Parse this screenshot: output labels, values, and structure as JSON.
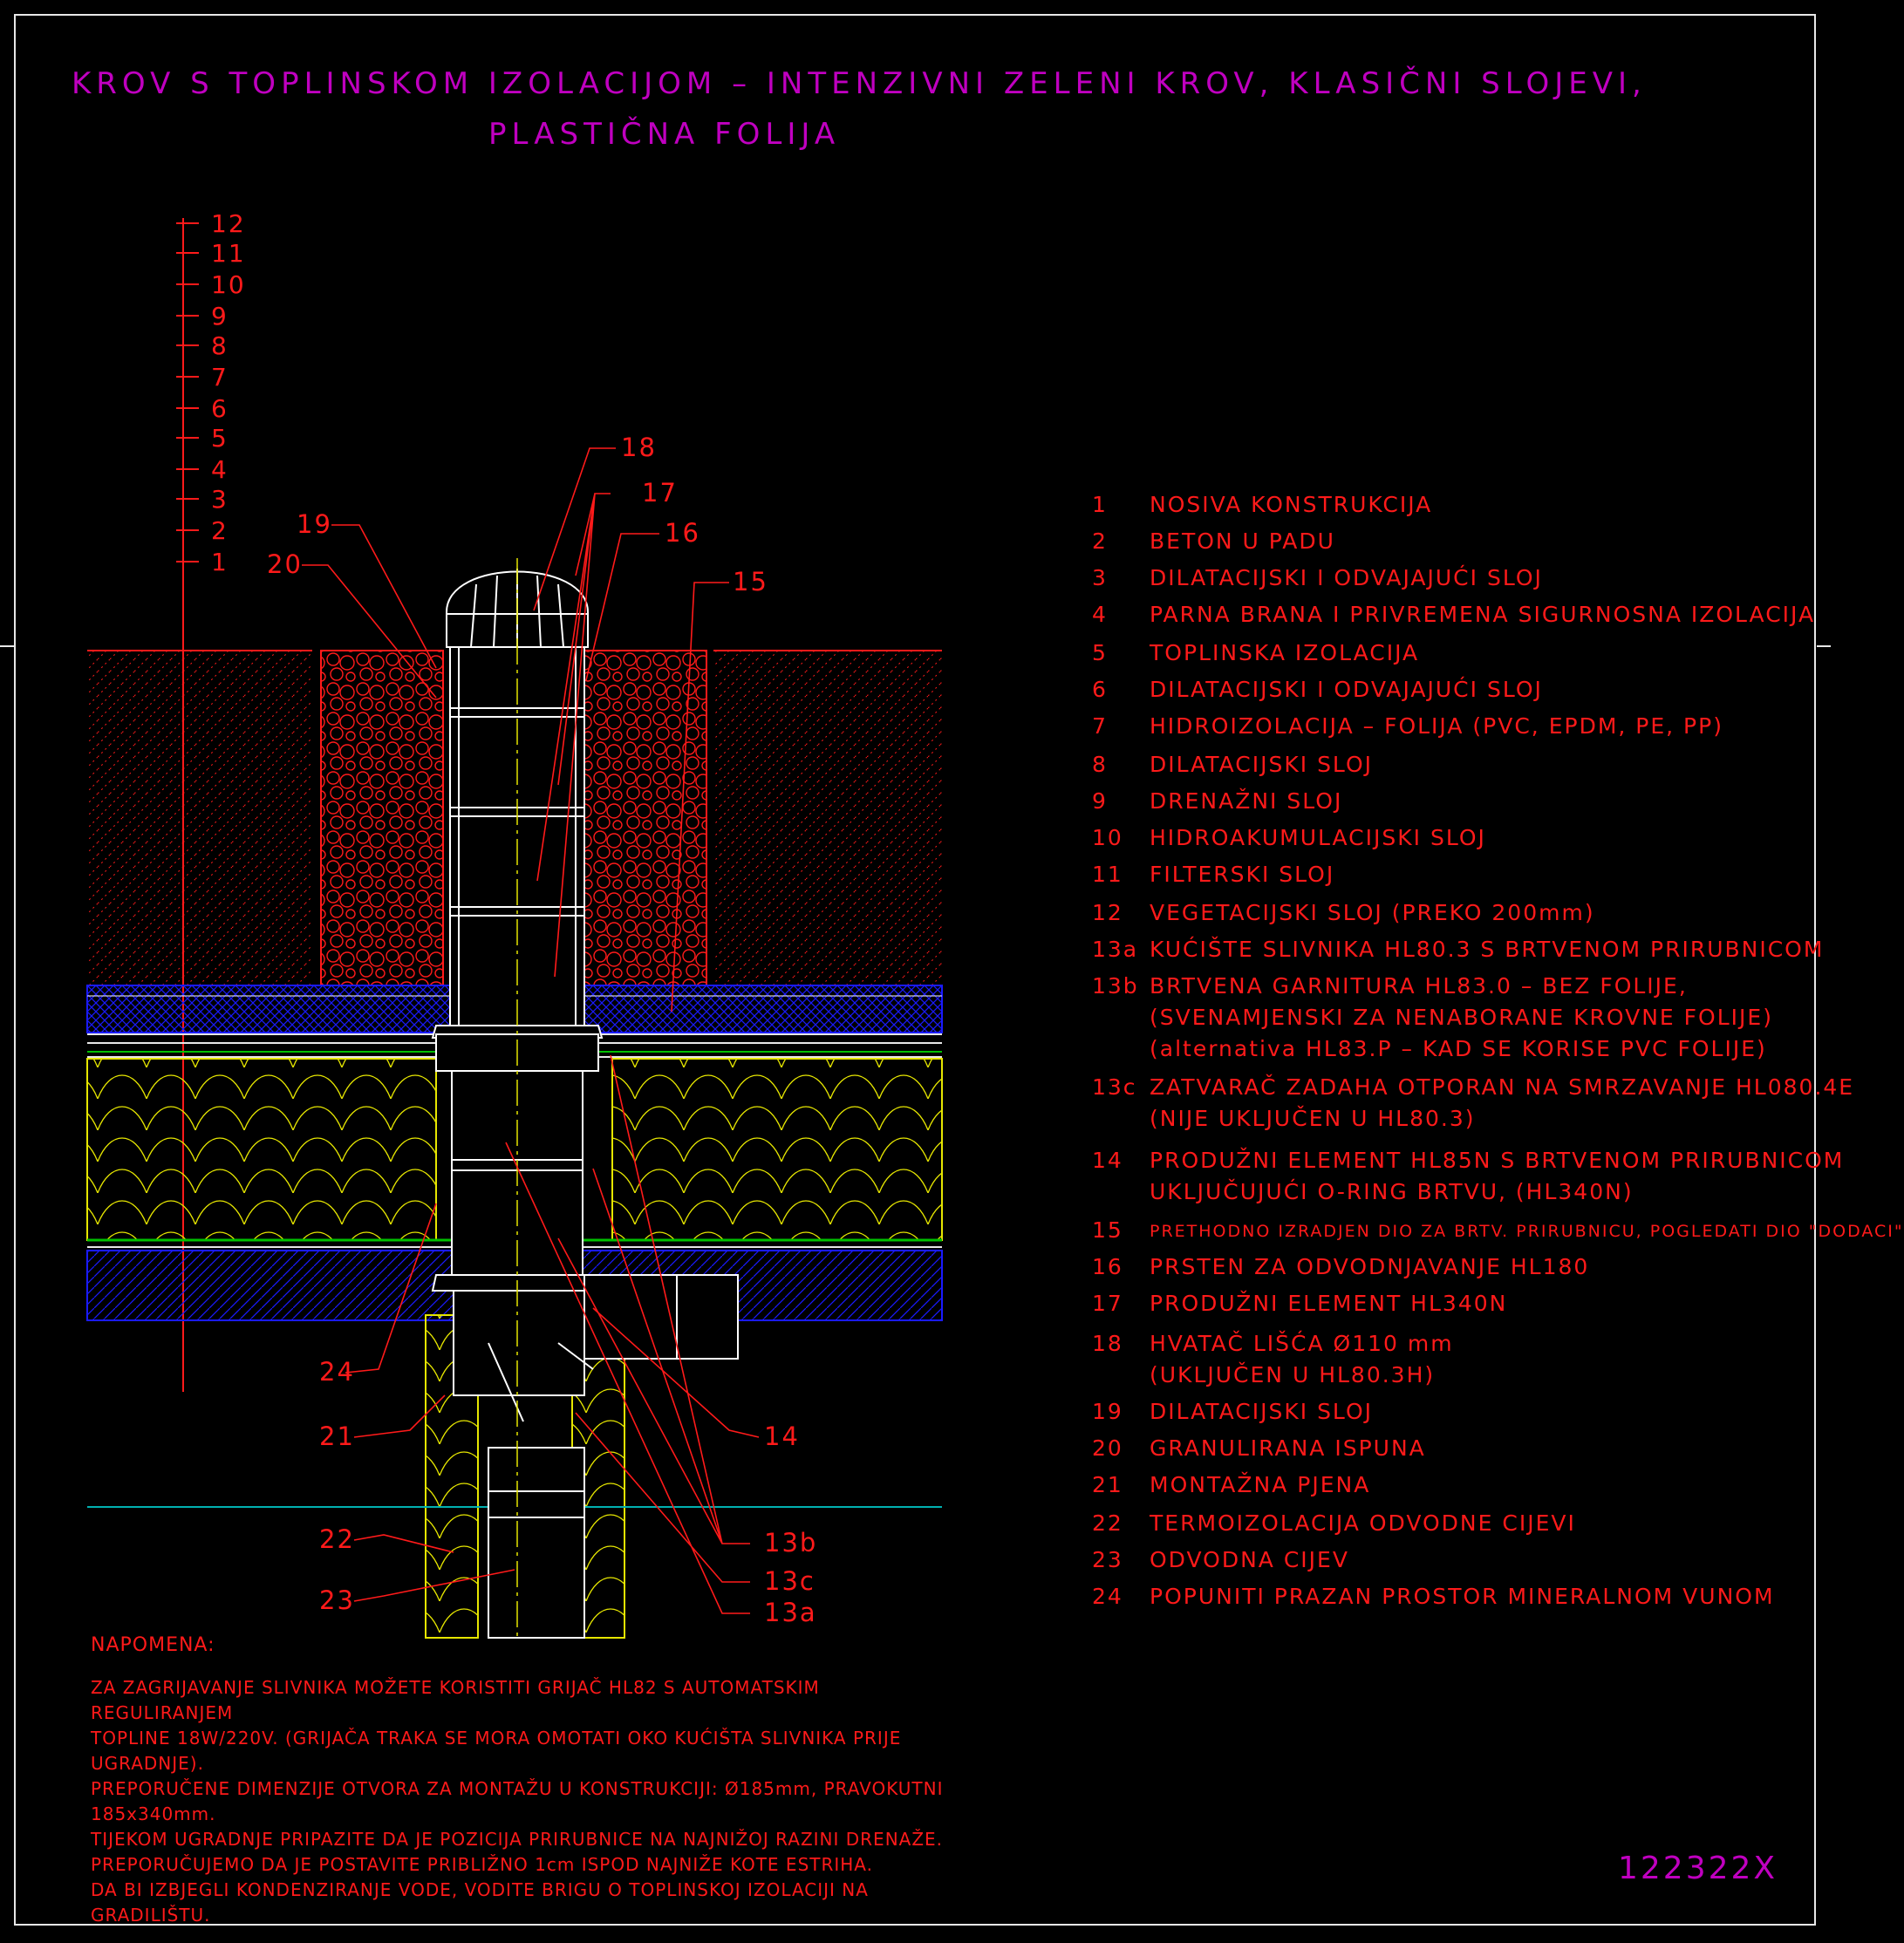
{
  "title": {
    "line1": "KROV S TOPLINSKOM IZOLACIJOM – INTENZIVNI ZELENI KROV, KLASIČNI SLOJEVI,",
    "line2": "PLASTIČNA FOLIJA"
  },
  "scale_labels": [
    "12",
    "11",
    "10",
    "9",
    "8",
    "7",
    "6",
    "5",
    "4",
    "3",
    "2",
    "1"
  ],
  "callouts": [
    "18",
    "17",
    "16",
    "15",
    "19",
    "20",
    "24",
    "21",
    "22",
    "23",
    "14",
    "13b",
    "13c",
    "13a"
  ],
  "legend": [
    {
      "n": "1",
      "t": "NOSIVA KONSTRUKCIJA"
    },
    {
      "n": "2",
      "t": "BETON U PADU"
    },
    {
      "n": "3",
      "t": "DILATACIJSKI I ODVAJAJUĆI SLOJ"
    },
    {
      "n": "4",
      "t": "PARNA BRANA I PRIVREMENA SIGURNOSNA IZOLACIJA"
    },
    {
      "n": "5",
      "t": "TOPLINSKA IZOLACIJA"
    },
    {
      "n": "6",
      "t": "DILATACIJSKI I ODVAJAJUĆI SLOJ"
    },
    {
      "n": "7",
      "t": "HIDROIZOLACIJA – FOLIJA (PVC, EPDM, PE, PP)"
    },
    {
      "n": "8",
      "t": "DILATACIJSKI SLOJ"
    },
    {
      "n": "9",
      "t": "DRENAŽNI SLOJ"
    },
    {
      "n": "10",
      "t": "HIDROAKUMULACIJSKI SLOJ"
    },
    {
      "n": "11",
      "t": "FILTERSKI SLOJ"
    },
    {
      "n": "12",
      "t": "VEGETACIJSKI SLOJ (PREKO 200mm)"
    },
    {
      "n": "13a",
      "t": "KUĆIŠTE SLIVNIKA HL80.3 S BRTVENOM PRIRUBNICOM"
    },
    {
      "n": "13b",
      "t": "BRTVENA GARNITURA HL83.0 – BEZ FOLIJE,",
      "t2": "(SVENAMJENSKI ZA NENABORANE KROVNE FOLIJE)",
      "t3": "(alternativa HL83.P – KAD SE KORISE PVC FOLIJE)"
    },
    {
      "n": "13c",
      "t": "ZATVARAČ ZADAHA OTPORAN NA SMRZAVANJE HL080.4E",
      "t2": "(NIJE UKLJUČEN U HL80.3)"
    },
    {
      "n": "14",
      "t": "PRODUŽNI ELEMENT HL85N S BRTVENOM PRIRUBNICOM",
      "t2": "UKLJUČUJUĆI O-RING BRTVU, (HL340N)"
    },
    {
      "n": "15",
      "t": "PRETHODNO IZRADJEN DIO ZA BRTV. PRIRUBNICU, POGLEDATI DIO \"DODACI\""
    },
    {
      "n": "16",
      "t": "PRSTEN ZA ODVODNJAVANJE HL180"
    },
    {
      "n": "17",
      "t": "PRODUŽNI ELEMENT HL340N"
    },
    {
      "n": "18",
      "t": "HVATAČ LIŠĆA Ø110 mm",
      "t2": "(UKLJUČEN U HL80.3H)"
    },
    {
      "n": "19",
      "t": "DILATACIJSKI SLOJ"
    },
    {
      "n": "20",
      "t": "GRANULIRANA ISPUNA"
    },
    {
      "n": "21",
      "t": "MONTAŽNA PJENA"
    },
    {
      "n": "22",
      "t": "TERMOIZOLACIJA ODVODNE CIJEVI"
    },
    {
      "n": "23",
      "t": "ODVODNA CIJEV"
    },
    {
      "n": "24",
      "t": "POPUNITI PRAZAN PROSTOR MINERALNOM VUNOM"
    }
  ],
  "notes": {
    "heading": "NAPOMENA:",
    "lines": [
      "ZA ZAGRIJAVANJE SLIVNIKA MOŽETE KORISTITI GRIJAČ HL82 S AUTOMATSKIM REGULIRANJEM",
      "TOPLINE 18W/220V. (GRIJAČA TRAKA SE MORA OMOTATI OKO KUĆIŠTA SLIVNIKA PRIJE",
      "UGRADNJE).",
      "PREPORUČENE DIMENZIJE OTVORA ZA MONTAŽU U KONSTRUKCIJI: Ø185mm, PRAVOKUTNI",
      "185x340mm.",
      "TIJEKOM UGRADNJE PRIPAZITE DA JE POZICIJA PRIRUBNICE NA NAJNIŽOJ RAZINI DRENAŽE.",
      "PREPORUČUJEMO DA JE POSTAVITE PRIBLIŽNO 1cm ISPOD NAJNIŽE KOTE ESTRIHA.",
      "DA BI IZBJEGLI KONDENZIRANJE VODE, VODITE BRIGU O TOPLINSKOJ IZOLACIJI NA",
      "GRADILIŠTU."
    ]
  },
  "drawing_code": "122322X",
  "colors": {
    "background": "#000000",
    "title": "#c000c0",
    "annotation": "#ff1a1a",
    "insulation": "#e6e600",
    "drainage": "#1a1aff",
    "water_level": "#00b0b0",
    "membrane": "#00c000",
    "frame": "#e8e8e8",
    "pipe": "#ffffff"
  }
}
